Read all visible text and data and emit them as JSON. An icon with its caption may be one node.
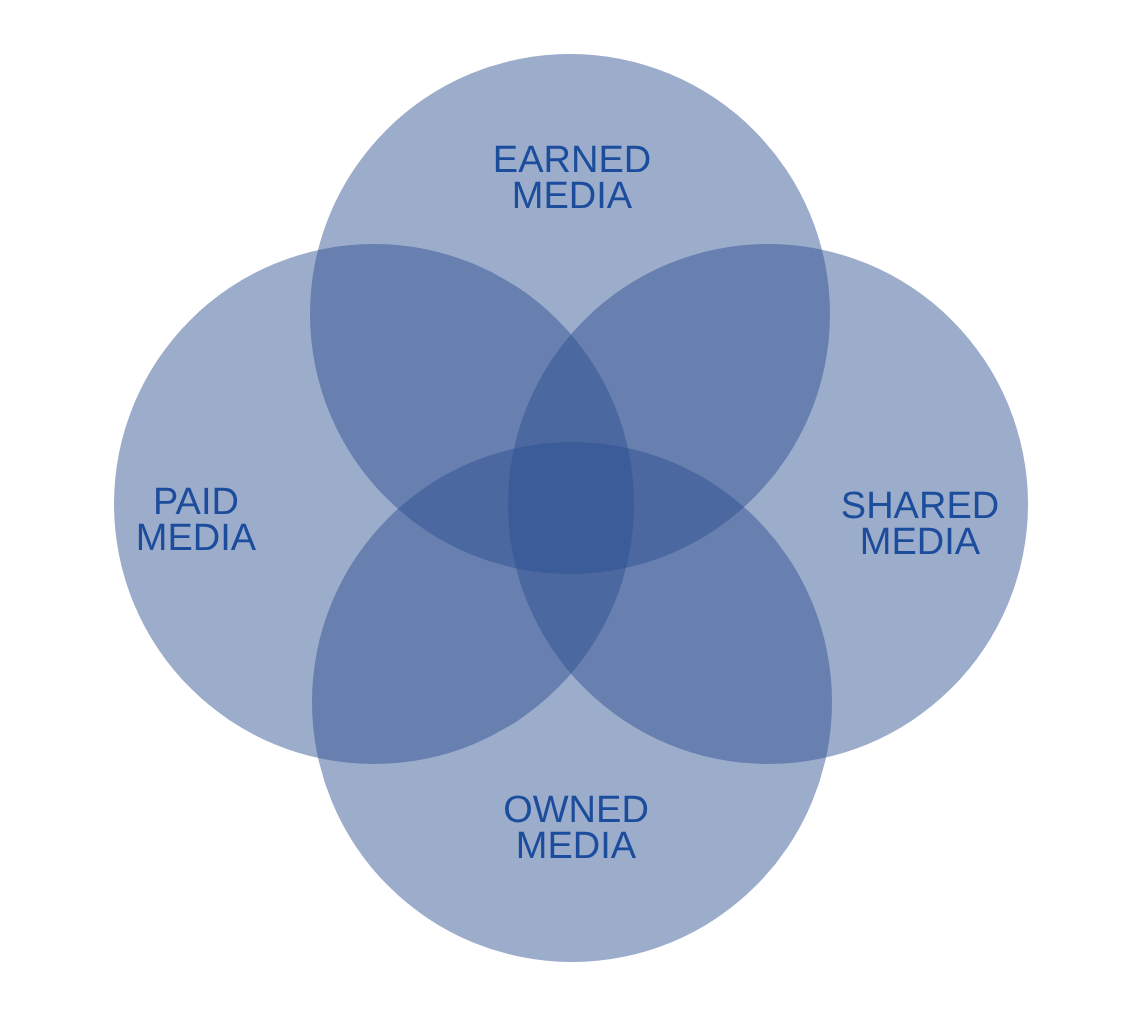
{
  "diagram": {
    "nodes": [
      {
        "text": [
          "EARNED MEDIA"
        ]
      },
      {
        "text": [
          "PAID MEDIA"
        ]
      },
      {
        "text": [
          "SHARED MEDIA"
        ]
      },
      {
        "text": [
          "OWNED MEDIA"
        ]
      }
    ]
  }
}
